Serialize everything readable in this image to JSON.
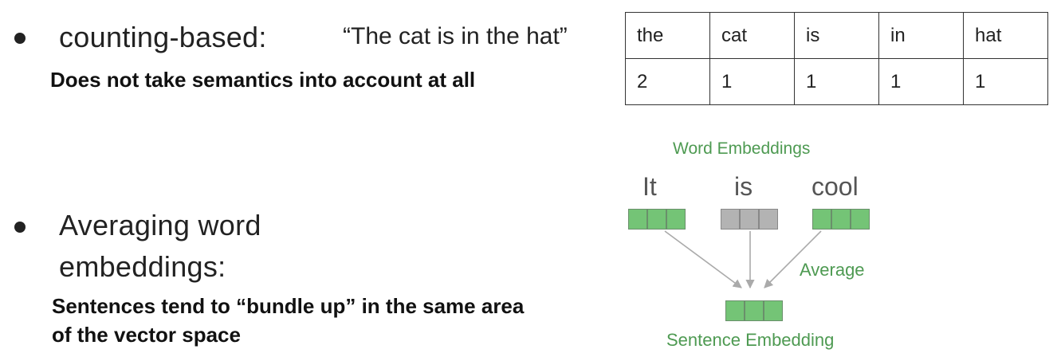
{
  "section1": {
    "heading": "counting-based:",
    "example": "“The cat is in the hat”",
    "note": "Does not take semantics into account at all",
    "table": {
      "header": [
        "the",
        "cat",
        "is",
        "in",
        "hat"
      ],
      "counts": [
        "2",
        "1",
        "1",
        "1",
        "1"
      ]
    }
  },
  "section2": {
    "heading_line1": "Averaging word",
    "heading_line2": "embeddings:",
    "note_line1": "Sentences tend to “bundle up” in the same area",
    "note_line2": "of the vector space"
  },
  "diagram": {
    "title": "Word Embeddings",
    "words": [
      "It",
      "is",
      "cool"
    ],
    "average_label": "Average",
    "output_label": "Sentence Embedding",
    "colors": {
      "green": "#74c476",
      "gray": "#b3b3b3",
      "label_green": "#4e9a52",
      "arrow": "#aaaaaa"
    }
  }
}
